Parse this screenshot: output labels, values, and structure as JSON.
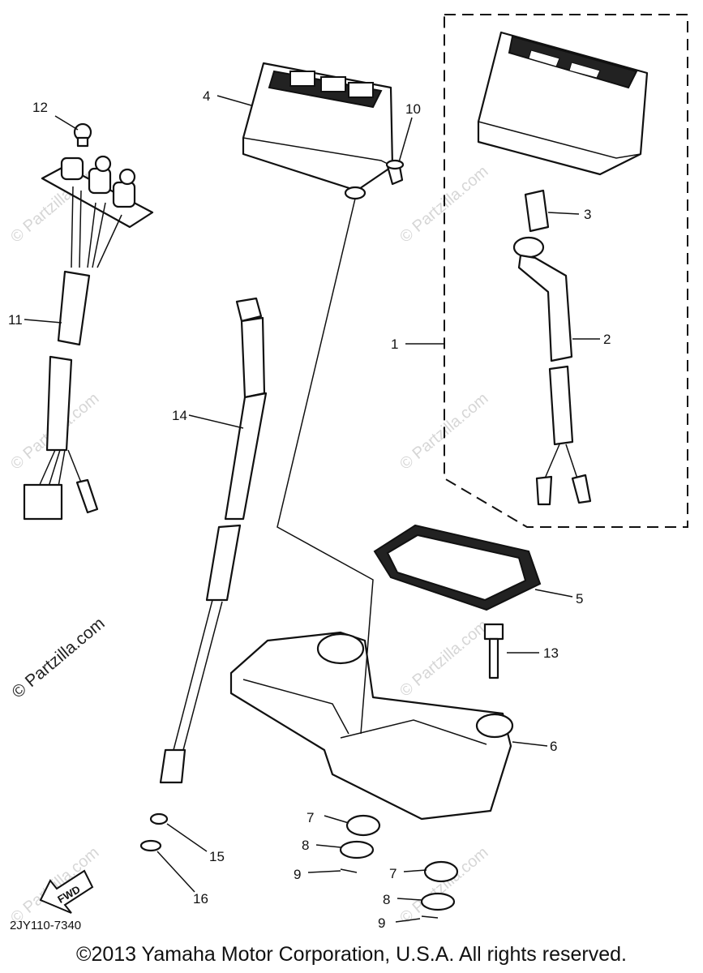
{
  "watermarks": {
    "large": "© Partzilla.com",
    "small": "© Partzilla.com"
  },
  "callouts": [
    {
      "id": "c1",
      "text": "1"
    },
    {
      "id": "c2",
      "text": "2"
    },
    {
      "id": "c3",
      "text": "3"
    },
    {
      "id": "c4",
      "text": "4"
    },
    {
      "id": "c5",
      "text": "5"
    },
    {
      "id": "c6",
      "text": "6"
    },
    {
      "id": "c7a",
      "text": "7"
    },
    {
      "id": "c7b",
      "text": "7"
    },
    {
      "id": "c8a",
      "text": "8"
    },
    {
      "id": "c8b",
      "text": "8"
    },
    {
      "id": "c9a",
      "text": "9"
    },
    {
      "id": "c9b",
      "text": "9"
    },
    {
      "id": "c10",
      "text": "10"
    },
    {
      "id": "c11",
      "text": "11"
    },
    {
      "id": "c12",
      "text": "12"
    },
    {
      "id": "c13",
      "text": "13"
    },
    {
      "id": "c14",
      "text": "14"
    },
    {
      "id": "c15",
      "text": "15"
    },
    {
      "id": "c16",
      "text": "16"
    }
  ],
  "fwd_label": "FWD",
  "diagram_code": "2JY110-7340",
  "copyright": "©2013  Yamaha Motor Corporation, U.S.A. All rights reserved."
}
